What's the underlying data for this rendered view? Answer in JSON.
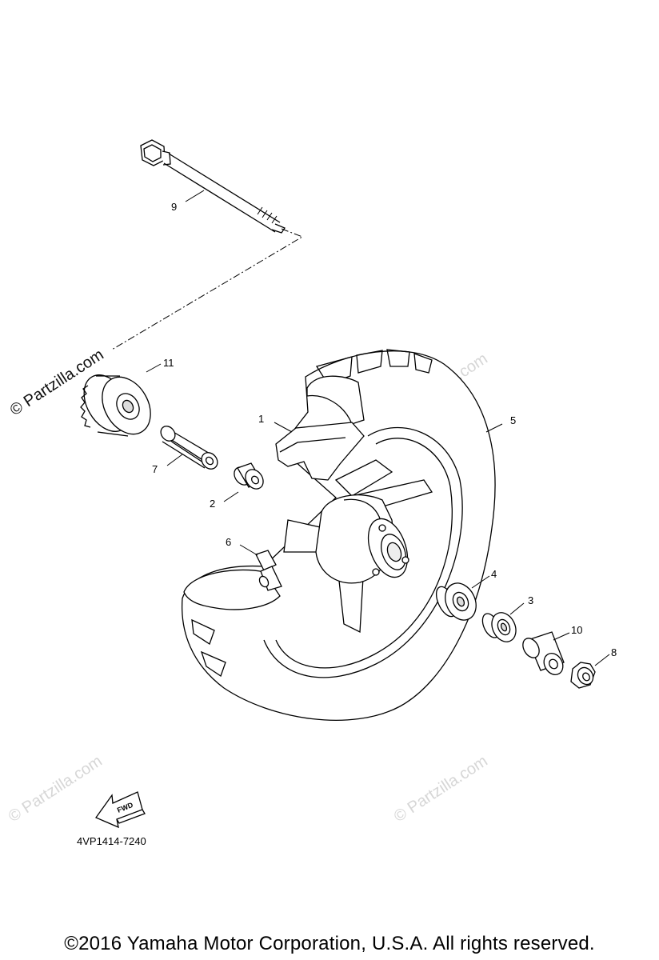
{
  "watermark": "© Partzilla.com",
  "callouts": {
    "n1": "1",
    "n2": "2",
    "n3": "3",
    "n4": "4",
    "n5": "5",
    "n6": "6",
    "n7": "7",
    "n8": "8",
    "n9": "9",
    "n10": "10",
    "n11": "11"
  },
  "fwd_label": "FWD",
  "part_code": "4VP1414-7240",
  "copyright": "©2016  Yamaha Motor Corporation, U.S.A. All rights reserved."
}
